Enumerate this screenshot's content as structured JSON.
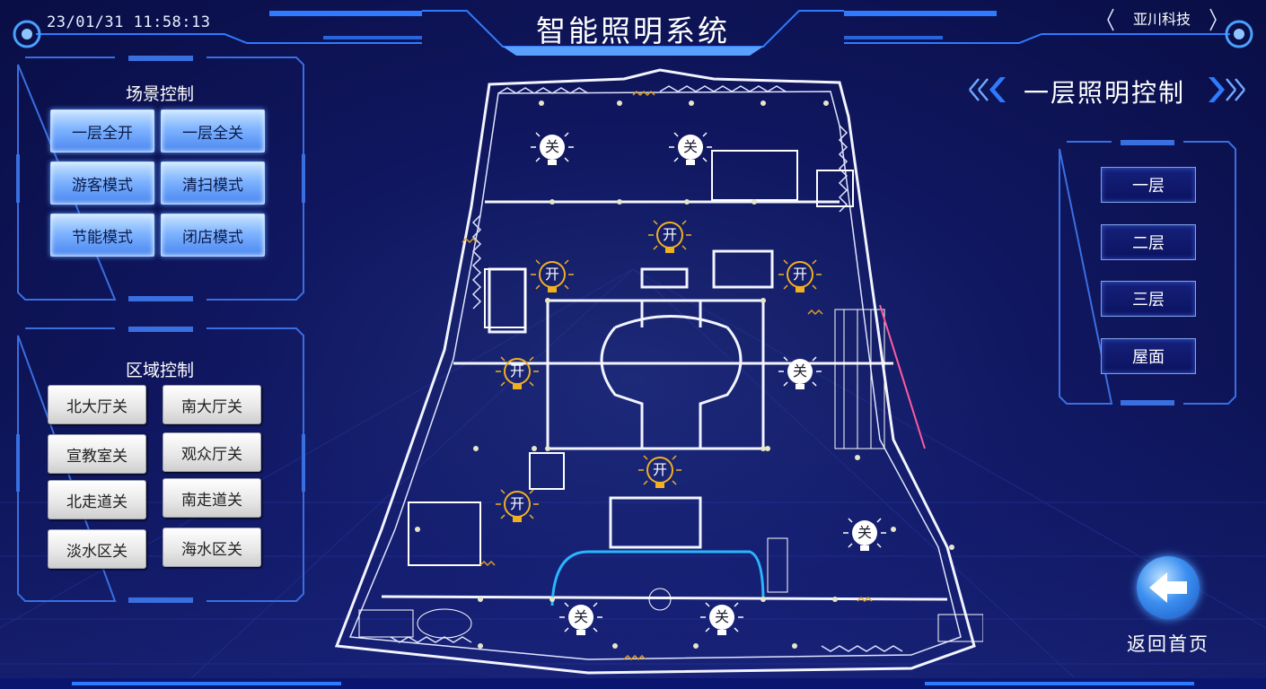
{
  "header": {
    "datetime": "23/01/31 11:58:13",
    "title": "智能照明系统",
    "brand": "亚川科技"
  },
  "scene_panel": {
    "title": "场景控制",
    "buttons": [
      "一层全开",
      "一层全关",
      "游客模式",
      "清扫模式",
      "节能模式",
      "闭店模式"
    ]
  },
  "zone_panel": {
    "title": "区域控制",
    "buttons": [
      "北大厅关",
      "南大厅关",
      "宣教室关",
      "观众厅关",
      "北走道关",
      "南走道关",
      "淡水区关",
      "海水区关"
    ]
  },
  "floor_panel": {
    "title": "一层照明控制",
    "floors": [
      "一层",
      "二层",
      "三层",
      "屋面"
    ]
  },
  "lights": [
    {
      "state": "off",
      "label": "关"
    },
    {
      "state": "off",
      "label": "关"
    },
    {
      "state": "on",
      "label": "开"
    },
    {
      "state": "on",
      "label": "开"
    },
    {
      "state": "on",
      "label": "开"
    },
    {
      "state": "on",
      "label": "开"
    },
    {
      "state": "off",
      "label": "关"
    },
    {
      "state": "on",
      "label": "开"
    },
    {
      "state": "on",
      "label": "开"
    },
    {
      "state": "off",
      "label": "关"
    },
    {
      "state": "off",
      "label": "关"
    },
    {
      "state": "off",
      "label": "关"
    }
  ],
  "back": {
    "label": "返回首页"
  },
  "colors": {
    "background": "#0c1250",
    "accent": "#2f7bff",
    "light_on": "#f0b020",
    "light_off": "#ffffff",
    "frame": "#3a6fe0"
  }
}
